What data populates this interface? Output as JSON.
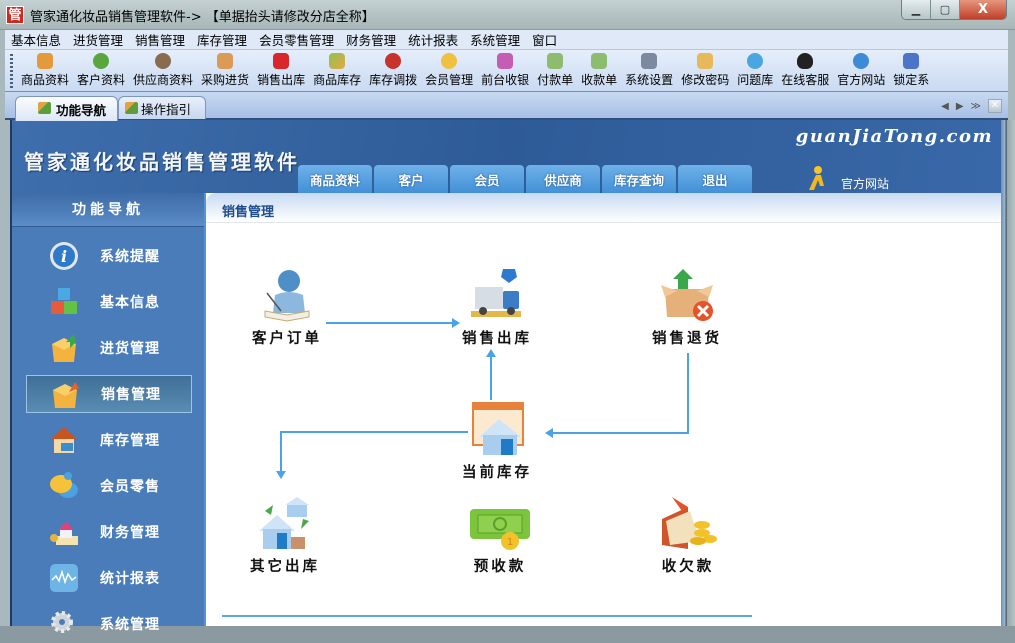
{
  "window": {
    "app_icon_glyph": "管",
    "title": "管家通化妆品销售管理软件-> 【单据抬头请修改分店全称】",
    "controls": {
      "minimize": "▁",
      "maximize": "▢",
      "close": "X"
    }
  },
  "menubar": {
    "items": [
      "基本信息",
      "进货管理",
      "销售管理",
      "库存管理",
      "会员零售管理",
      "财务管理",
      "统计报表",
      "系统管理",
      "窗口"
    ]
  },
  "toolbar": {
    "items": [
      {
        "label": "商品资料",
        "icon": "goods-icon",
        "color": "#e39a3a"
      },
      {
        "label": "客户资料",
        "icon": "customer-icon",
        "color": "#5aa63e"
      },
      {
        "label": "供应商资料",
        "icon": "supplier-icon",
        "color": "#8a6b4f"
      },
      {
        "label": "采购进货",
        "icon": "truck-icon",
        "color": "#d99b55"
      },
      {
        "label": "销售出库",
        "icon": "basket-icon",
        "color": "#d9262a"
      },
      {
        "label": "商品库存",
        "icon": "box-icon",
        "color": "#8ec24e"
      },
      {
        "label": "库存调拨",
        "icon": "transfer-icon",
        "color": "#c6332c"
      },
      {
        "label": "会员管理",
        "icon": "member-icon",
        "color": "#f0c040"
      },
      {
        "label": "前台收银",
        "icon": "cashier-icon",
        "color": "#c65db5"
      },
      {
        "label": "付款单",
        "icon": "payment-icon",
        "color": "#8ebc6e"
      },
      {
        "label": "收款单",
        "icon": "receipt-icon",
        "color": "#8ebc6e"
      },
      {
        "label": "系统设置",
        "icon": "settings-icon",
        "color": "#7b8aa0"
      },
      {
        "label": "修改密码",
        "icon": "key-icon",
        "color": "#e7b95a"
      },
      {
        "label": "问题库",
        "icon": "help-cloud-icon",
        "color": "#4aa6e0"
      },
      {
        "label": "在线客服",
        "icon": "qq-icon",
        "color": "#222222"
      },
      {
        "label": "官方网站",
        "icon": "ie-icon",
        "color": "#3c8ad8"
      },
      {
        "label": "锁定系",
        "icon": "lock-icon",
        "color": "#4c74c8"
      }
    ]
  },
  "tabs": {
    "items": [
      {
        "label": "功能导航",
        "active": true
      },
      {
        "label": "操作指引",
        "active": false
      }
    ],
    "controls": {
      "prev": "◀",
      "next": "▶",
      "more": "≫",
      "close": "✕"
    }
  },
  "banner": {
    "title": "管家通化妆品销售管理软件",
    "brand": "guanJiaTong.com",
    "tabs": [
      "商品资料",
      "客户",
      "会员",
      "供应商",
      "库存查询",
      "退出"
    ],
    "official_site": "官方网站"
  },
  "sidebar": {
    "title": "功能导航",
    "items": [
      {
        "label": "系统提醒",
        "icon": "info-icon"
      },
      {
        "label": "基本信息",
        "icon": "cubes-icon"
      },
      {
        "label": "进货管理",
        "icon": "box-in-icon"
      },
      {
        "label": "销售管理",
        "icon": "box-out-icon",
        "active": true
      },
      {
        "label": "库存管理",
        "icon": "house-icon"
      },
      {
        "label": "会员零售",
        "icon": "chat-bubble-icon"
      },
      {
        "label": "财务管理",
        "icon": "finance-icon"
      },
      {
        "label": "统计报表",
        "icon": "chart-icon"
      },
      {
        "label": "系统管理",
        "icon": "gear-icon"
      }
    ]
  },
  "panel": {
    "title": "销售管理",
    "nodes": {
      "customer_order": "客户订单",
      "sales_out": "销售出库",
      "sales_return": "销售退货",
      "current_stock": "当前库存",
      "other_out": "其它出库",
      "prepayment": "预收款",
      "collect_debt": "收欠款"
    }
  },
  "colors": {
    "banner_blue": "#2e5b98",
    "sidebar_blue": "#4a7cb9",
    "tab_blue": "#4a98dc",
    "flow_arrow": "#4aa3e6",
    "panel_title": "#1f4d8c"
  }
}
